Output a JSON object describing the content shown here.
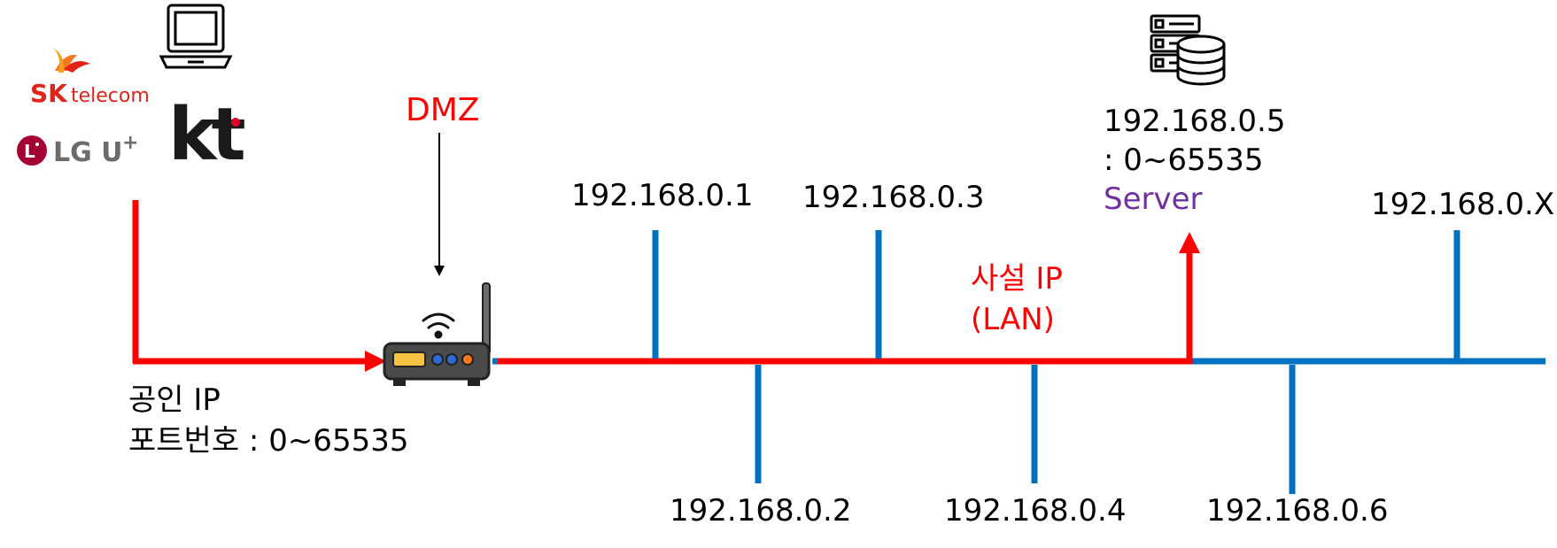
{
  "isp_logos": {
    "skt_brand": "SK",
    "skt_suffix": "telecom",
    "lgu_brand": "LG U",
    "lgu_plus": "+",
    "kt_brand": "kt"
  },
  "dmz_label": "DMZ",
  "public_side": {
    "line1": "공인 IP",
    "line2": "포트번호 : 0~65535"
  },
  "private_side": {
    "line1": "사설 IP",
    "line2": "(LAN)"
  },
  "server": {
    "ip": "192.168.0.5",
    "ports": ": 0~65535",
    "label": "Server"
  },
  "hosts_top": [
    "192.168.0.1",
    "192.168.0.3",
    "192.168.0.X"
  ],
  "hosts_bottom": [
    "192.168.0.2",
    "192.168.0.4",
    "192.168.0.6"
  ],
  "colors": {
    "red_path": "#ff0000",
    "lan_blue": "#0070c0",
    "server_purple": "#7030a0",
    "text": "#000000",
    "skt_orange": "#f47721",
    "skt_red": "#e2231a",
    "lg_red": "#a50034",
    "lg_gray": "#6b6b6b",
    "kt_black": "#1a1a1a",
    "kt_red": "#e4002b"
  },
  "icons": [
    "laptop-icon",
    "router-icon",
    "server-icon",
    "wifi-icon"
  ]
}
